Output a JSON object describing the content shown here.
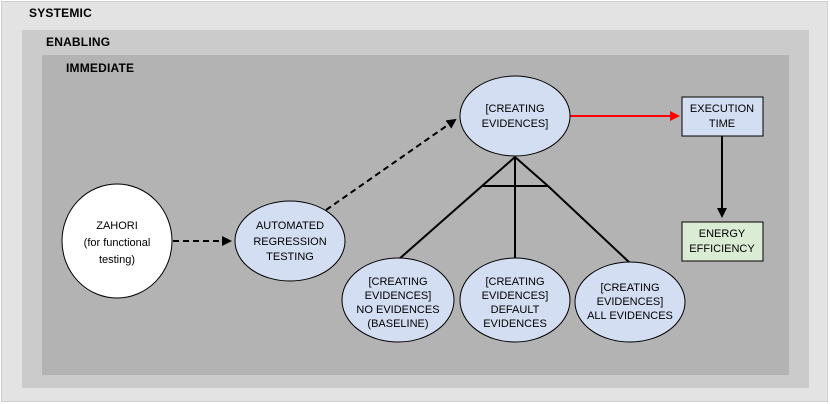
{
  "layers": {
    "systemic": "SYSTEMIC",
    "enabling": "ENABLING",
    "immediate": "IMMEDIATE"
  },
  "nodes": {
    "zahori": [
      "ZAHORI",
      "(for functional",
      "testing)"
    ],
    "automated": [
      "AUTOMATED",
      "REGRESSION",
      "TESTING"
    ],
    "creating": [
      "[CREATING",
      "EVIDENCES]"
    ],
    "no_evidences": [
      "[CREATING",
      "EVIDENCES]",
      "NO EVIDENCES",
      "(BASELINE)"
    ],
    "default_evidences": [
      "[CREATING",
      "EVIDENCES]",
      "DEFAULT",
      "EVIDENCES"
    ],
    "all_evidences": [
      "[CREATING",
      "EVIDENCES]",
      "ALL EVIDENCES"
    ],
    "execution_time": [
      "EXECUTION",
      "TIME"
    ],
    "energy_efficiency": [
      "ENERGY",
      "EFFICIENCY"
    ]
  },
  "colors": {
    "systemic_bg": "#e3e3e3",
    "enabling_bg": "#cbcbcb",
    "immediate_bg": "#b3b3b3",
    "node_fill": "#d3def2",
    "zahori_fill": "#ffffff",
    "energy_fill": "#dbecd5",
    "highlight_arrow": "#ff0000"
  }
}
